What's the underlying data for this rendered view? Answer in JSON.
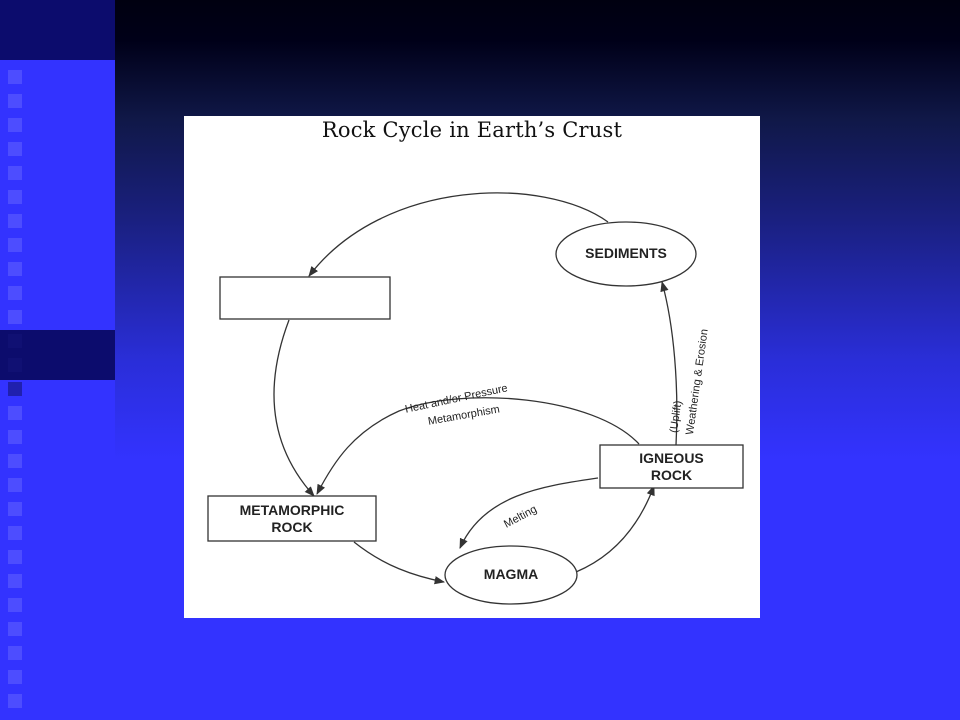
{
  "figure": {
    "title": "Rock Cycle in Earth’s Crust"
  },
  "nodes": {
    "sediments": "SEDIMENTS",
    "blank_box": "",
    "metamorphic_line1": "METAMORPHIC",
    "metamorphic_line2": "ROCK",
    "igneous_line1": "IGNEOUS",
    "igneous_line2": "ROCK",
    "magma": "MAGMA"
  },
  "processes": {
    "heat_pressure": "Heat and/or Pressure",
    "metamorphism": "Metamorphism",
    "uplift": "(Uplift)",
    "weathering_erosion": "Weathering & Erosion",
    "melting": "Melting"
  },
  "colors": {
    "slide_background": "#3333ff",
    "figure_background": "#ffffff",
    "line": "#333333"
  }
}
